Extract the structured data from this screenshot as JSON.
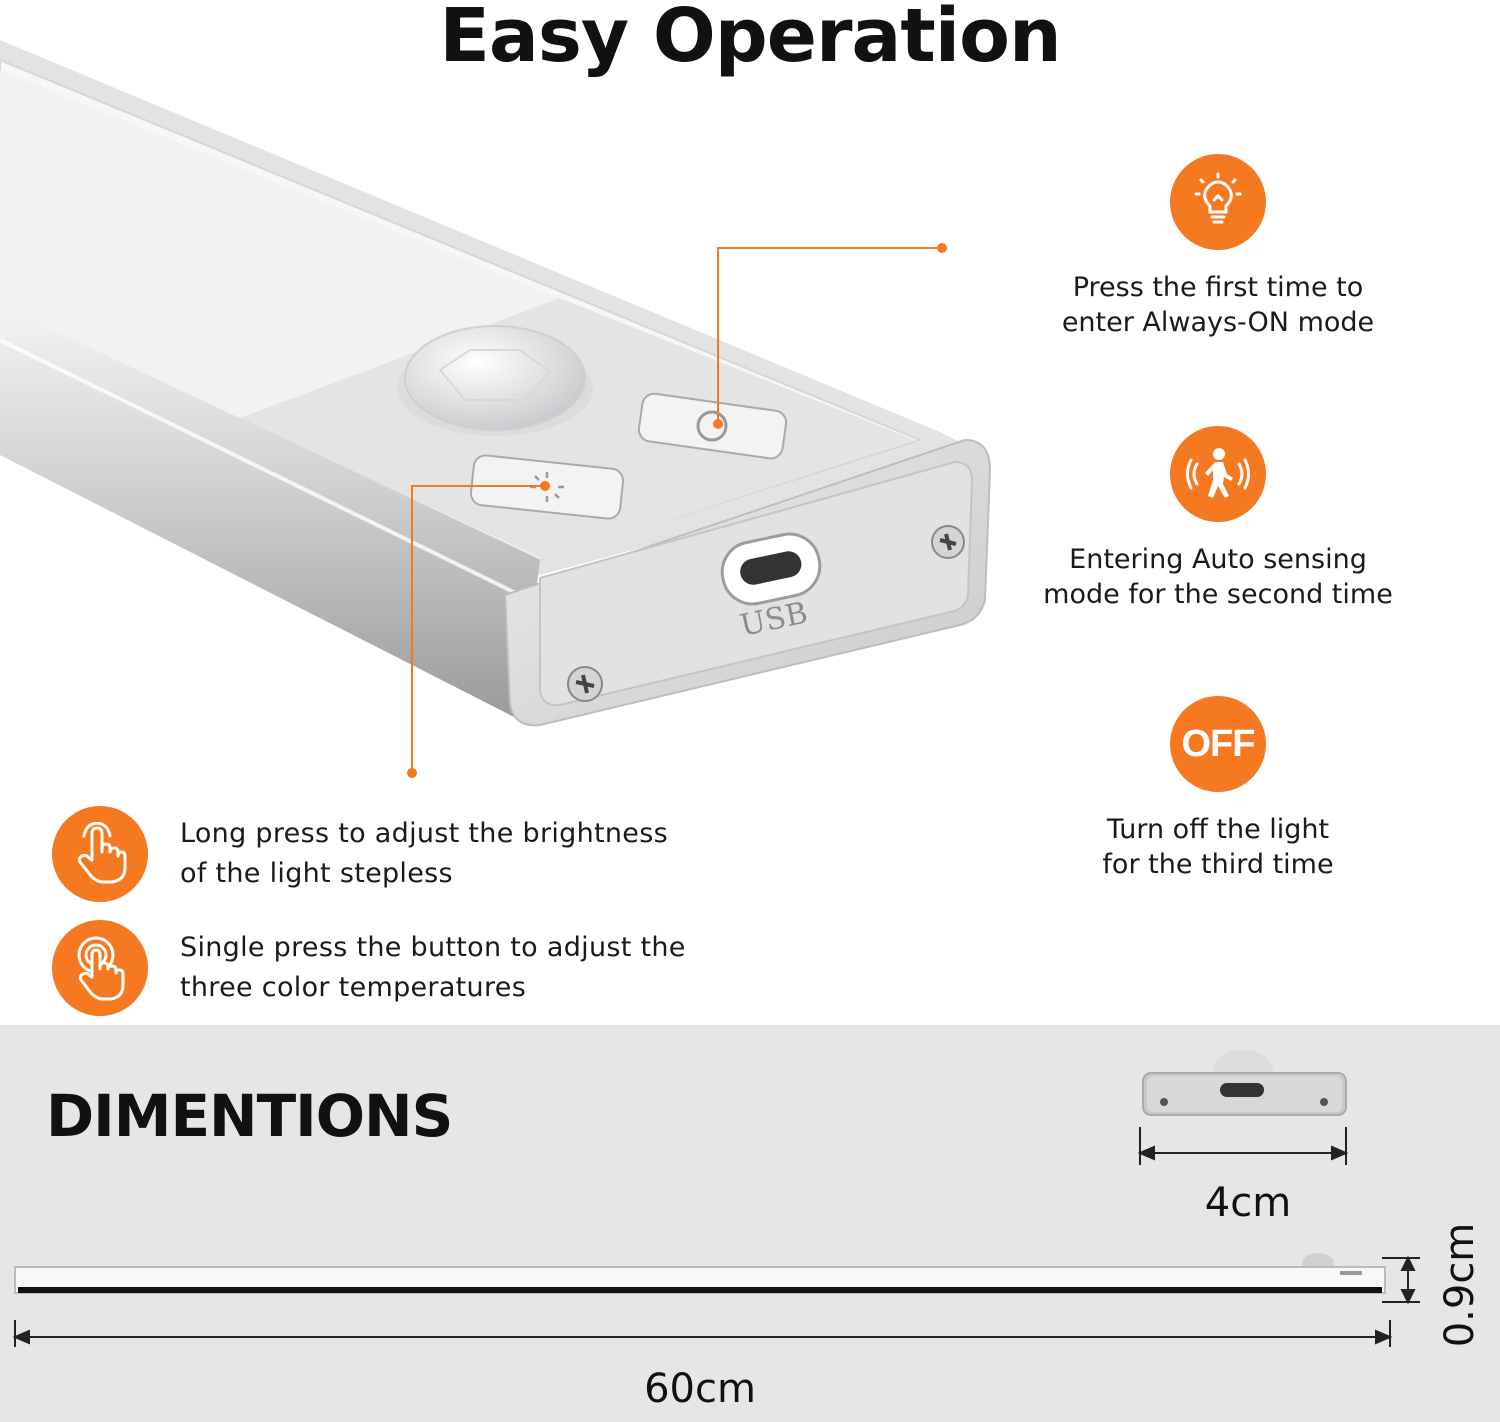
{
  "title": "Easy Operation",
  "accent_color": "#f47920",
  "steps": [
    {
      "icon": "lightbulb-icon",
      "line1": "Press the first time to",
      "line2": "enter Always-ON mode"
    },
    {
      "icon": "motion-sensor-icon",
      "line1": "Entering Auto sensing",
      "line2": "mode for the second time"
    },
    {
      "icon": "off-icon",
      "icon_text": "OFF",
      "line1": "Turn off the light",
      "line2": "for the third time"
    }
  ],
  "controls": [
    {
      "icon": "long-press-hand-icon",
      "line1": "Long press to adjust the brightness",
      "line2": "of the light stepless"
    },
    {
      "icon": "single-press-hand-icon",
      "line1": "Single press the button to adjust the",
      "line2": "three color temperatures"
    }
  ],
  "product": {
    "usb_label": "USB"
  },
  "dimensions": {
    "title": "DIMENTIONS",
    "width": "4cm",
    "height": "0.9cm",
    "length": "60cm"
  }
}
